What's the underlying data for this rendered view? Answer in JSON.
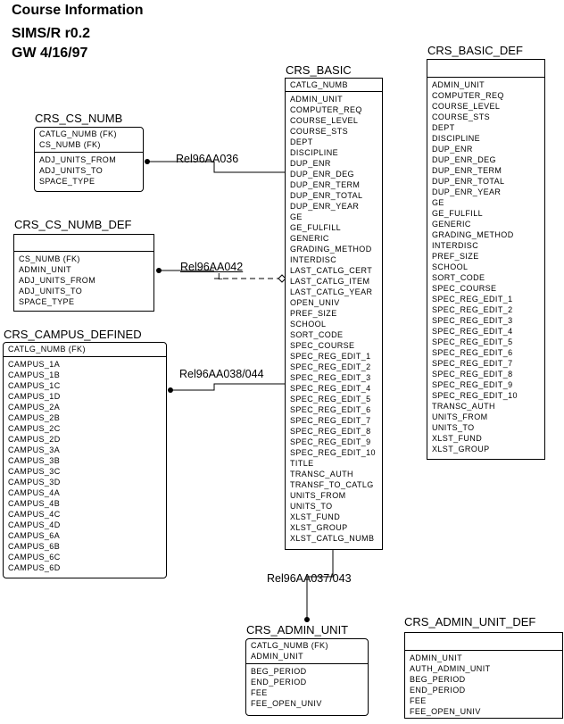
{
  "header": {
    "line1": "Course Information",
    "line2": "SIMS/R r0.2",
    "line3": "GW 4/16/97"
  },
  "entities": {
    "crs_basic": {
      "name": "CRS_BASIC",
      "keys": [
        "CATLG_NUMB"
      ],
      "attributes": [
        "ADMIN_UNIT",
        "COMPUTER_REQ",
        "COURSE_LEVEL",
        "COURSE_STS",
        "DEPT",
        "DISCIPLINE",
        "DUP_ENR",
        "DUP_ENR_DEG",
        "DUP_ENR_TERM",
        "DUP_ENR_TOTAL",
        "DUP_ENR_YEAR",
        "GE",
        "GE_FULFILL",
        "GENERIC",
        "GRADING_METHOD",
        "INTERDISC",
        "LAST_CATLG_CERT",
        "LAST_CATLG_ITEM",
        "LAST_CATLG_YEAR",
        "OPEN_UNIV",
        "PREF_SIZE",
        "SCHOOL",
        "SORT_CODE",
        "SPEC_COURSE",
        "SPEC_REG_EDIT_1",
        "SPEC_REG_EDIT_2",
        "SPEC_REG_EDIT_3",
        "SPEC_REG_EDIT_4",
        "SPEC_REG_EDIT_5",
        "SPEC_REG_EDIT_6",
        "SPEC_REG_EDIT_7",
        "SPEC_REG_EDIT_8",
        "SPEC_REG_EDIT_9",
        "SPEC_REG_EDIT_10",
        "TITLE",
        "TRANSC_AUTH",
        "TRANSF_TO_CATLG",
        "UNITS_FROM",
        "UNITS_TO",
        "XLST_FUND",
        "XLST_GROUP",
        "XLST_CATLG_NUMB"
      ]
    },
    "crs_basic_def": {
      "name": "CRS_BASIC_DEF",
      "keys": [],
      "attributes": [
        "ADMIN_UNIT",
        "COMPUTER_REQ",
        "COURSE_LEVEL",
        "COURSE_STS",
        "DEPT",
        "DISCIPLINE",
        "DUP_ENR",
        "DUP_ENR_DEG",
        "DUP_ENR_TERM",
        "DUP_ENR_TOTAL",
        "DUP_ENR_YEAR",
        "GE",
        "GE_FULFILL",
        "GENERIC",
        "GRADING_METHOD",
        "INTERDISC",
        "PREF_SIZE",
        "SCHOOL",
        "SORT_CODE",
        "SPEC_COURSE",
        "SPEC_REG_EDIT_1",
        "SPEC_REG_EDIT_2",
        "SPEC_REG_EDIT_3",
        "SPEC_REG_EDIT_4",
        "SPEC_REG_EDIT_5",
        "SPEC_REG_EDIT_6",
        "SPEC_REG_EDIT_7",
        "SPEC_REG_EDIT_8",
        "SPEC_REG_EDIT_9",
        "SPEC_REG_EDIT_10",
        "TRANSC_AUTH",
        "UNITS_FROM",
        "UNITS_TO",
        "XLST_FUND",
        "XLST_GROUP"
      ]
    },
    "crs_cs_numb": {
      "name": "CRS_CS_NUMB",
      "keys": [
        "CATLG_NUMB (FK)",
        "CS_NUMB (FK)"
      ],
      "attributes": [
        "ADJ_UNITS_FROM",
        "ADJ_UNITS_TO",
        "SPACE_TYPE"
      ]
    },
    "crs_cs_numb_def": {
      "name": "CRS_CS_NUMB_DEF",
      "keys": [],
      "attributes": [
        "CS_NUMB (FK)",
        "ADMIN_UNIT",
        "ADJ_UNITS_FROM",
        "ADJ_UNITS_TO",
        "SPACE_TYPE"
      ]
    },
    "crs_campus_defined": {
      "name": "CRS_CAMPUS_DEFINED",
      "keys": [
        "CATLG_NUMB (FK)"
      ],
      "attributes": [
        "CAMPUS_1A",
        "CAMPUS_1B",
        "CAMPUS_1C",
        "CAMPUS_1D",
        "CAMPUS_2A",
        "CAMPUS_2B",
        "CAMPUS_2C",
        "CAMPUS_2D",
        "CAMPUS_3A",
        "CAMPUS_3B",
        "CAMPUS_3C",
        "CAMPUS_3D",
        "CAMPUS_4A",
        "CAMPUS_4B",
        "CAMPUS_4C",
        "CAMPUS_4D",
        "CAMPUS_6A",
        "CAMPUS_6B",
        "CAMPUS_6C",
        "CAMPUS_6D"
      ]
    },
    "crs_admin_unit": {
      "name": "CRS_ADMIN_UNIT",
      "keys": [
        "CATLG_NUMB (FK)",
        "ADMIN_UNIT"
      ],
      "attributes": [
        "BEG_PERIOD",
        "END_PERIOD",
        "FEE",
        "FEE_OPEN_UNIV"
      ]
    },
    "crs_admin_unit_def": {
      "name": "CRS_ADMIN_UNIT_DEF",
      "keys": [],
      "attributes": [
        "ADMIN_UNIT",
        "AUTH_ADMIN_UNIT",
        "BEG_PERIOD",
        "END_PERIOD",
        "FEE",
        "FEE_OPEN_UNIV"
      ]
    }
  },
  "relationships": {
    "rel1": "Rel96AA036",
    "rel2": "Rel96AA042",
    "rel2_marker": "L",
    "rel3": "Rel96AA038/044",
    "rel4": "Rel96AA037/043"
  }
}
